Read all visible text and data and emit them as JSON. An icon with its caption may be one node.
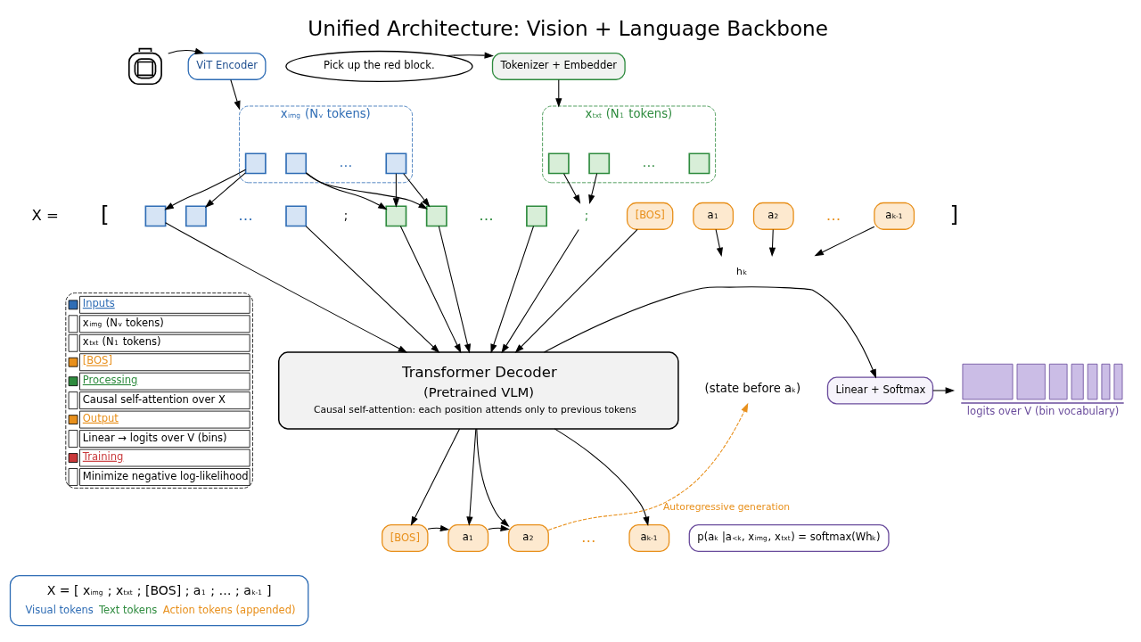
{
  "diagram": {
    "title": "Unified Architecture: Vision + Language Backbone",
    "nodes": [
      {
        "text": [],
        "shape": "picture"
      },
      {
        "text": [
          "ViT Encoder"
        ]
      },
      {
        "text": [
          "x$_{img}$ (N$_{v}$ tokens)"
        ]
      },
      {
        "text": [],
        "shape": "box",
        "in": 2
      },
      {
        "text": [],
        "shape": "box",
        "in": 2
      },
      {
        "text": [],
        "shape": "box",
        "in": 2
      },
      {
        "text": [
          "Pick up the red block."
        ]
      },
      {
        "text": [
          "Tokenizer + Embedder"
        ]
      },
      {
        "text": [
          "x$_{txt}$ (N$_{1}$ tokens)"
        ]
      },
      {
        "text": [],
        "shape": "box",
        "in": 8
      },
      {
        "text": [],
        "shape": "box",
        "in": 8
      },
      {
        "text": [],
        "shape": "box",
        "in": 8
      },
      {
        "text": [],
        "shape": "box"
      },
      {
        "text": [],
        "shape": "box"
      },
      {
        "text": [],
        "shape": "box"
      },
      {
        "text": [
          ";"
        ]
      },
      {
        "text": [],
        "shape": "box"
      },
      {
        "text": [],
        "shape": "box"
      },
      {
        "text": [],
        "shape": "box"
      },
      {
        "text": [
          ";"
        ]
      },
      {
        "text": [
          "[BOS]"
        ]
      },
      {
        "text": [
          "a$_{1}$"
        ]
      },
      {
        "text": [
          "a$_{2}$"
        ]
      },
      {
        "text": [
          "a$_{k-1}$"
        ]
      },
      {
        "text": [
          "Transformer Decoder",
          "(Pretrained VLM)",
          "Causal self-attention: each position attends only to previous tokens"
        ]
      },
      {
        "text": [
          "[BOS]"
        ]
      },
      {
        "text": [
          "a$_{1}$"
        ]
      },
      {
        "text": [
          "a$_{2}$"
        ]
      },
      {
        "text": [
          "a$_{k-1}$"
        ]
      },
      {
        "text": [
          "(state before a$_{k}$)"
        ]
      },
      {
        "text": [
          "Linear + Softmax"
        ]
      },
      {
        "text": [],
        "shape": "picture",
        "beside": [
          "logits over V (bin vocabulary)"
        ]
      },
      {
        "text": [
          "p(a$_{k}$ |a$_{<k}$, x$_{img}$, x$_{txt}$) = softmax(Wh$_{k}$)"
        ]
      },
      {
        "text": [
          "X = [ x$_{img}$ ; x$_{txt}$ ; [BOS] ; a$_{1}$ ; … ; a$_{k-1}$ ]",
          "Visual tokens",
          "Text tokens",
          "Action tokens (appended)"
        ]
      }
    ],
    "edges": [
      {
        "from": 0,
        "to": 1,
        "arrow": "to"
      },
      {
        "from": 1,
        "to": 2,
        "arrow": "to"
      },
      {
        "from": 6,
        "to": 7,
        "arrow": "to"
      },
      {
        "from": 7,
        "to": 8,
        "arrow": "to"
      },
      {
        "from": 3,
        "to": 12,
        "arrow": "to"
      },
      {
        "from": 3,
        "to": 13,
        "arrow": "to"
      },
      {
        "from": 4,
        "to": 16,
        "arrow": "to"
      },
      {
        "from": 4,
        "to": 17,
        "arrow": "to"
      },
      {
        "from": 5,
        "to": 16,
        "arrow": "to"
      },
      {
        "from": 5,
        "to": 17,
        "arrow": "to"
      },
      {
        "from": 9,
        "to": 19,
        "arrow": "to"
      },
      {
        "from": 10,
        "to": 19,
        "arrow": "to"
      },
      {
        "from": 12,
        "to": 24,
        "arrow": "to"
      },
      {
        "from": 14,
        "to": 24,
        "arrow": "to"
      },
      {
        "from": 16,
        "to": 24,
        "arrow": "to"
      },
      {
        "from": 17,
        "to": 24,
        "arrow": "to"
      },
      {
        "from": 18,
        "to": 24,
        "arrow": "to"
      },
      {
        "from": 19,
        "to": 24,
        "arrow": "to"
      },
      {
        "from": 20,
        "to": 24,
        "arrow": "to"
      },
      {
        "from": 21,
        "to": null,
        "arrow": "to"
      },
      {
        "from": 22,
        "to": null,
        "arrow": "to"
      },
      {
        "from": 23,
        "to": null,
        "arrow": "to"
      },
      {
        "from": 24,
        "to": 25,
        "arrow": "to"
      },
      {
        "from": 24,
        "to": 26,
        "arrow": "to"
      },
      {
        "from": 24,
        "to": 27,
        "arrow": "to"
      },
      {
        "from": 24,
        "to": 28,
        "arrow": "to"
      },
      {
        "from": 25,
        "to": 26,
        "arrow": "to"
      },
      {
        "from": 26,
        "to": 27,
        "arrow": "to"
      },
      {
        "from": 27,
        "to": 29,
        "arrow": "to",
        "label": "Autoregressive generation",
        "style": "dashed",
        "color": "#e8901c"
      },
      {
        "from": 24,
        "to": 30,
        "arrow": "to",
        "label": "h$_{k}$"
      },
      {
        "from": 30,
        "to": 31,
        "arrow": "to"
      }
    ],
    "labels": [
      "x$_{img}$ (N$_{v}$ tokens)",
      "x$_{txt}$ (N$_{1}$ tokens)",
      "Causal self-attention over X",
      "Linear → logits over V (bins)",
      "Minimize negative log-likelihood",
      "…",
      "…",
      "X =",
      "[",
      "…",
      "…",
      "…",
      "]",
      "…"
    ],
    "legend": [
      {
        "text": "Inputs",
        "color": "#2f6db5"
      },
      {
        "text": "[BOS]",
        "color": "#e8901c"
      },
      {
        "text": "Processing",
        "color": "#2e8b3e"
      },
      {
        "text": "Output",
        "color": "#e8901c"
      },
      {
        "text": "Training",
        "color": "#c9383a"
      }
    ]
  }
}
